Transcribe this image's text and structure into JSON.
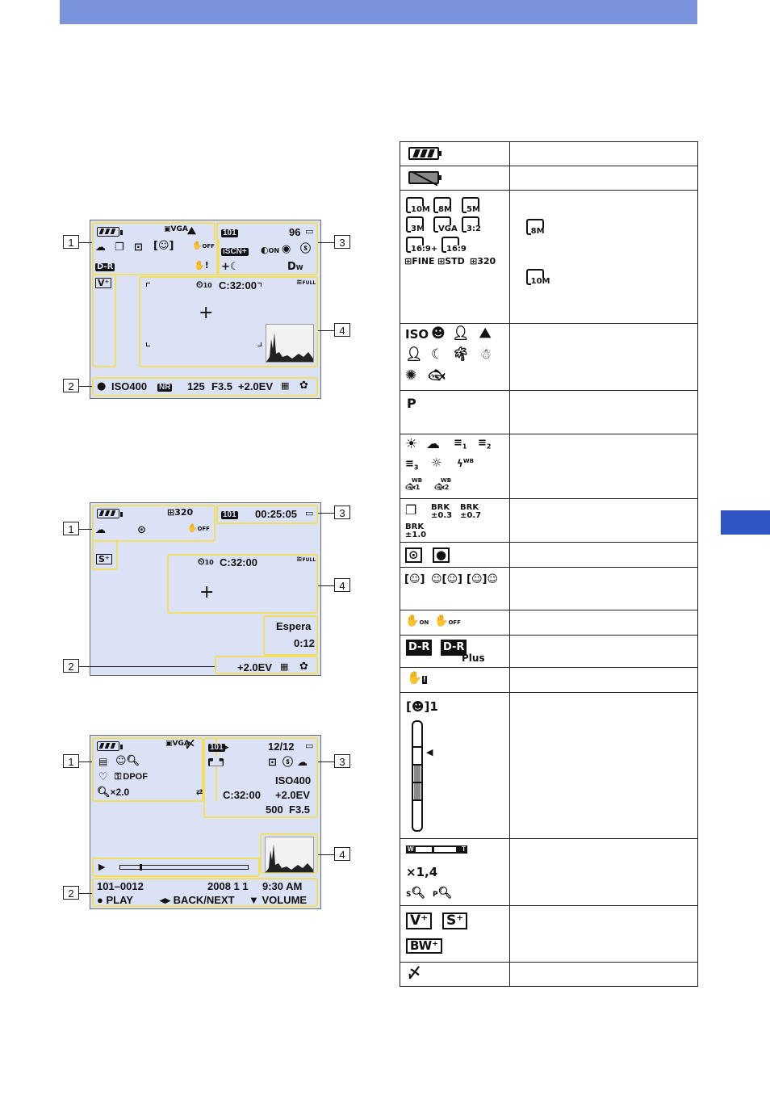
{
  "panel1": {
    "top": {
      "folder": "101",
      "count": "96"
    },
    "scene": {
      "mode": "iSCN+"
    },
    "flash_red": "ON",
    "focus": {
      "self_timer": "10",
      "remaining": "C:32:00"
    },
    "bottom": {
      "iso": "ISO400",
      "nr": "NR",
      "shutter": "125",
      "aperture": "F3.5",
      "ev": "+2.0EV"
    },
    "icons": {
      "image_size": "VGA",
      "steady": "OFF",
      "dro": "D-R",
      "dro_wb": "W",
      "storage": "FULL",
      "effect": "V"
    }
  },
  "panel2": {
    "top": {
      "folder": "101",
      "time": "00:25:05",
      "image_size": "320",
      "steady": "OFF",
      "effect": "S"
    },
    "focus": {
      "self_timer": "10",
      "remaining": "C:32:00",
      "storage": "FULL"
    },
    "standby": {
      "label": "Espera",
      "time": "0:12"
    },
    "bottom": {
      "ev": "+2.0EV"
    }
  },
  "panel3": {
    "top": {
      "folder": "101",
      "count": "12/12",
      "image_size": "VGA",
      "dpof": "DPOF",
      "zoom": "×2.0"
    },
    "right": {
      "iso": "ISO400",
      "ev": "+2.0EV",
      "shutter": "500",
      "aperture": "F3.5",
      "remaining": "C:32:00"
    },
    "info": {
      "file": "101–0012",
      "date": "2008  1  1",
      "time": "9:30 AM"
    },
    "controls": {
      "play": "PLAY",
      "back_next": "BACK/NEXT",
      "volume": "VOLUME"
    }
  },
  "callouts": [
    "1",
    "2",
    "3",
    "4"
  ],
  "table_rows": [
    {
      "icons": "battery"
    },
    {
      "icons": "battery-empty"
    },
    {
      "labels": [
        "10M",
        "8M",
        "5M",
        "3M",
        "VGA",
        "3:2",
        "16:9+",
        "16:9",
        "FINE",
        "STD",
        "320"
      ],
      "desc": [
        "8M",
        "10M"
      ]
    },
    {
      "labels": [
        "ISO"
      ]
    },
    {
      "labels": [
        "P"
      ]
    },
    {
      "labels": [
        "1",
        "2",
        "3",
        "WB",
        "WB",
        "1",
        "WB",
        "2"
      ]
    },
    {
      "labels": [
        "BRK ±0.3",
        "BRK ±0.7",
        "BRK ±1.0"
      ]
    },
    {
      "labels": []
    },
    {
      "labels": []
    },
    {
      "labels": [
        "ON",
        "OFF"
      ]
    },
    {
      "labels": [
        "D-R",
        "D-R",
        "Plus"
      ]
    },
    {
      "labels": []
    },
    {
      "labels": [
        "1"
      ]
    },
    {
      "labels": [
        "W",
        "T",
        "×1,4",
        "S",
        "P"
      ]
    },
    {
      "labels": [
        "V",
        "S",
        "BW"
      ]
    },
    {
      "labels": []
    }
  ],
  "colors": {
    "header_bar": "#7b93da",
    "side_tab": "#2f55c4",
    "lcd_bg": "#dbe2f5",
    "frame": "#f1df63"
  }
}
